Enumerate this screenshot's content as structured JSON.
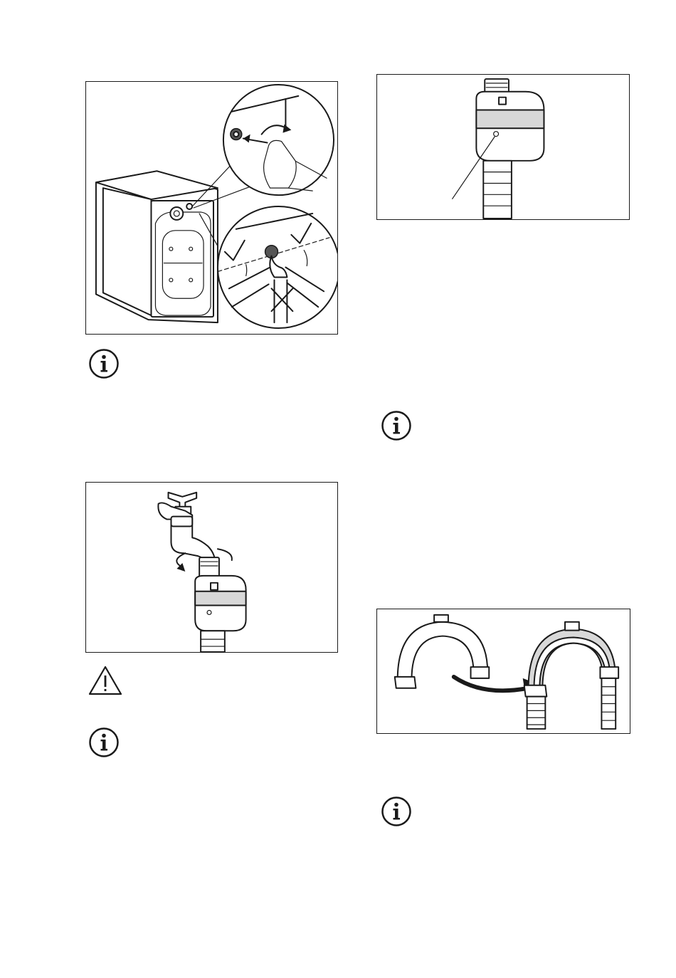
{
  "page": {
    "background": "#ffffff",
    "line_color": "#1a1a1a"
  },
  "figures": [
    {
      "id": "figure-inlet-hose-angle",
      "icon": "washing-machine-inlet-illustration"
    },
    {
      "id": "figure-tap-connection",
      "icon": "tap-connector-illustration"
    },
    {
      "id": "figure-water-stop-device",
      "icon": "aquastop-illustration"
    },
    {
      "id": "figure-hose-guide",
      "icon": "hose-guide-illustration"
    }
  ],
  "notices": [
    {
      "id": "info-1",
      "type": "info",
      "icon": "info-icon"
    },
    {
      "id": "warning-1",
      "type": "warning",
      "icon": "warning-icon"
    },
    {
      "id": "info-2",
      "type": "info",
      "icon": "info-icon"
    },
    {
      "id": "info-3",
      "type": "info",
      "icon": "info-icon"
    },
    {
      "id": "info-4",
      "type": "info",
      "icon": "info-icon"
    }
  ],
  "symbols": {
    "check_mark": "✓",
    "cross_mark": "✕"
  }
}
